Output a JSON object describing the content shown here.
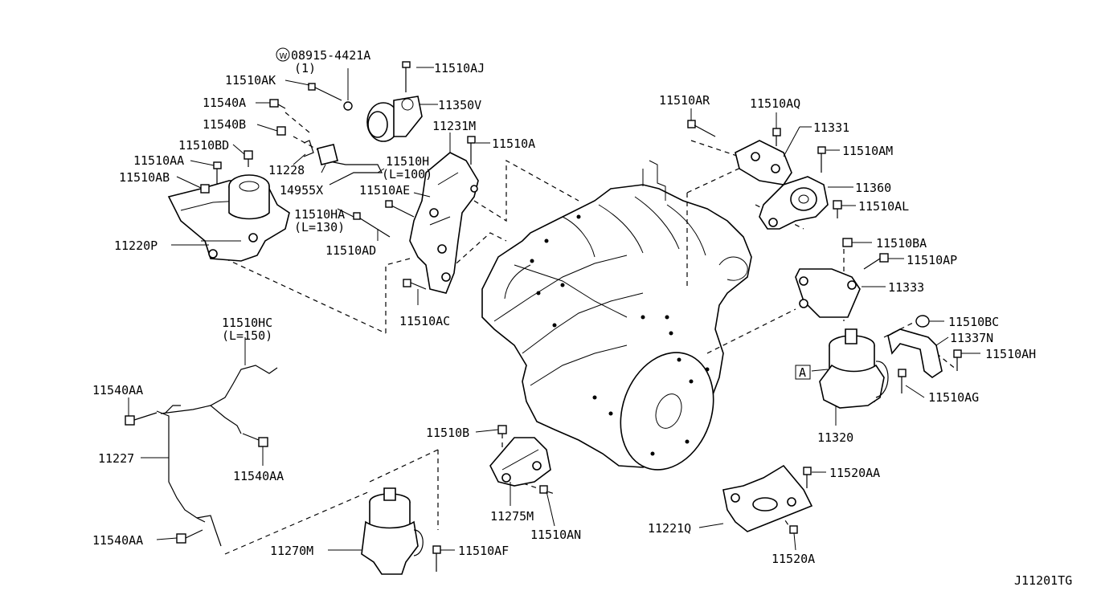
{
  "diagram_id": "J11201TG",
  "washer_note": "(1)",
  "callouts": [
    {
      "id": "08915-4421A",
      "text": "08915-4421A"
    },
    {
      "id": "11510AJ",
      "text": "11510AJ"
    },
    {
      "id": "11510AK",
      "text": "11510AK"
    },
    {
      "id": "11540A",
      "text": "11540A"
    },
    {
      "id": "11350V",
      "text": "11350V"
    },
    {
      "id": "11540B",
      "text": "11540B"
    },
    {
      "id": "11231M",
      "text": "11231M"
    },
    {
      "id": "11510A",
      "text": "11510A"
    },
    {
      "id": "11510BD",
      "text": "11510BD"
    },
    {
      "id": "11510AA",
      "text": "11510AA"
    },
    {
      "id": "11228",
      "text": "11228"
    },
    {
      "id": "11510H",
      "text": "11510H"
    },
    {
      "id": "11510H-len",
      "text": "(L=100)"
    },
    {
      "id": "11510AB",
      "text": "11510AB"
    },
    {
      "id": "14955X",
      "text": "14955X"
    },
    {
      "id": "11510AE",
      "text": "11510AE"
    },
    {
      "id": "11510HA",
      "text": "11510HA"
    },
    {
      "id": "11510HA-len",
      "text": "(L=130)"
    },
    {
      "id": "11220P",
      "text": "11220P"
    },
    {
      "id": "11510AD",
      "text": "11510AD"
    },
    {
      "id": "11510AC",
      "text": "11510AC"
    },
    {
      "id": "11510AR",
      "text": "11510AR"
    },
    {
      "id": "11510AQ",
      "text": "11510AQ"
    },
    {
      "id": "11331",
      "text": "11331"
    },
    {
      "id": "11510AM",
      "text": "11510AM"
    },
    {
      "id": "11360",
      "text": "11360"
    },
    {
      "id": "11510AL",
      "text": "11510AL"
    },
    {
      "id": "11510BA",
      "text": "11510BA"
    },
    {
      "id": "11510AP",
      "text": "11510AP"
    },
    {
      "id": "11333",
      "text": "11333"
    },
    {
      "id": "11510BC",
      "text": "11510BC"
    },
    {
      "id": "11337N",
      "text": "11337N"
    },
    {
      "id": "11510AH",
      "text": "11510AH"
    },
    {
      "id": "A",
      "text": "A"
    },
    {
      "id": "11510AG",
      "text": "11510AG"
    },
    {
      "id": "11320",
      "text": "11320"
    },
    {
      "id": "11510HC",
      "text": "11510HC"
    },
    {
      "id": "11510HC-len",
      "text": "(L=150)"
    },
    {
      "id": "11540AA-1",
      "text": "11540AA"
    },
    {
      "id": "11227",
      "text": "11227"
    },
    {
      "id": "11540AA-2",
      "text": "11540AA"
    },
    {
      "id": "11540AA-3",
      "text": "11540AA"
    },
    {
      "id": "11510B",
      "text": "11510B"
    },
    {
      "id": "11275M",
      "text": "11275M"
    },
    {
      "id": "11510AN",
      "text": "11510AN"
    },
    {
      "id": "11270M",
      "text": "11270M"
    },
    {
      "id": "11510AF",
      "text": "11510AF"
    },
    {
      "id": "11520AA",
      "text": "11520AA"
    },
    {
      "id": "11221Q",
      "text": "11221Q"
    },
    {
      "id": "11520A",
      "text": "11520A"
    }
  ]
}
